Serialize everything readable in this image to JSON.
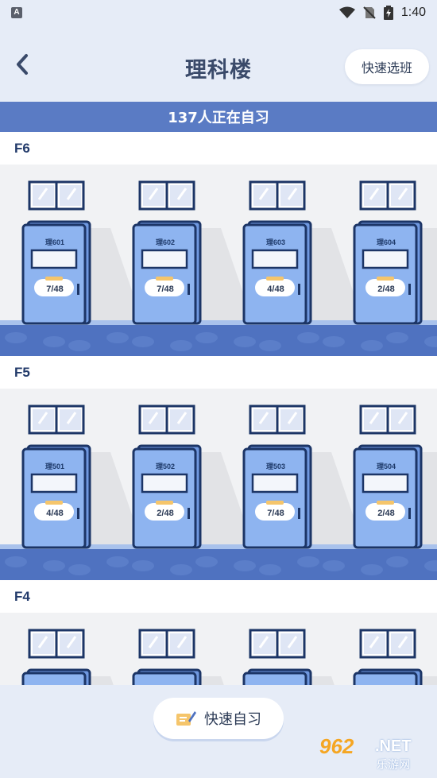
{
  "status_bar": {
    "time": "1:40",
    "app_icon_letter": "A"
  },
  "header": {
    "title": "理科楼",
    "quick_class_label": "快速选班"
  },
  "banner": {
    "text": "137人正在自习"
  },
  "floors": [
    {
      "label": "F6",
      "rooms": [
        {
          "name": "理601",
          "count": "7/48"
        },
        {
          "name": "理602",
          "count": "7/48"
        },
        {
          "name": "理603",
          "count": "4/48"
        },
        {
          "name": "理604",
          "count": "2/48"
        }
      ]
    },
    {
      "label": "F5",
      "rooms": [
        {
          "name": "理501",
          "count": "4/48"
        },
        {
          "name": "理502",
          "count": "2/48"
        },
        {
          "name": "理503",
          "count": "7/48"
        },
        {
          "name": "理504",
          "count": "2/48"
        }
      ]
    },
    {
      "label": "F4",
      "rooms": [
        {
          "name": "",
          "count": ""
        },
        {
          "name": "",
          "count": ""
        },
        {
          "name": "",
          "count": ""
        },
        {
          "name": "",
          "count": ""
        }
      ]
    }
  ],
  "study_button": {
    "label": "快速自习"
  },
  "watermark": {
    "number": "962",
    "net": ".NET",
    "cn": "乐游网"
  },
  "colors": {
    "accent": "#5a7bc4",
    "door": "#8eb4f0",
    "door_stroke": "#1c3566",
    "floor_band": "#4f72c0"
  }
}
